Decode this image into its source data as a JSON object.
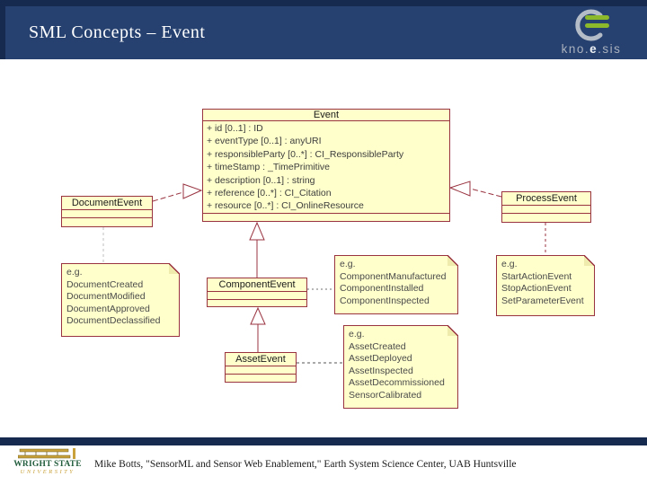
{
  "slide": {
    "title": "SML Concepts – Event",
    "footer_citation": "Mike Botts, \"SensorML and Sensor Web Enablement,\" Earth System Science Center, UAB Huntsville"
  },
  "logos": {
    "knoesis": {
      "word_pre": "kno.",
      "word_e": "e",
      "word_post": ".sis"
    },
    "wright_state": {
      "line1": "WRIGHT STATE",
      "line2": "UNIVERSITY"
    }
  },
  "diagram": {
    "classes": {
      "event": {
        "name": "Event",
        "attributes": [
          "+ id [0..1] : ID",
          "+ eventType [0..1] : anyURI",
          "+ responsibleParty [0..*] : CI_ResponsibleParty",
          "+ timeStamp : _TimePrimitive",
          "+ description [0..1] : string",
          "+ reference [0..*] : CI_Citation",
          "+ resource [0..*] : CI_OnlineResource"
        ]
      },
      "document_event": {
        "name": "DocumentEvent"
      },
      "process_event": {
        "name": "ProcessEvent"
      },
      "component_event": {
        "name": "ComponentEvent"
      },
      "asset_event": {
        "name": "AssetEvent"
      }
    },
    "notes": {
      "document_examples": {
        "lines": [
          "e.g.",
          "DocumentCreated",
          "DocumentModified",
          "DocumentApproved",
          "DocumentDeclassified"
        ]
      },
      "component_examples": {
        "lines": [
          "e.g.",
          "ComponentManufactured",
          "ComponentInstalled",
          "ComponentInspected"
        ]
      },
      "process_examples": {
        "lines": [
          "e.g.",
          "StartActionEvent",
          "StopActionEvent",
          "SetParameterEvent"
        ]
      },
      "asset_examples": {
        "lines": [
          "e.g.",
          "AssetCreated",
          "AssetDeployed",
          "AssetInspected",
          "AssetDecommissioned",
          "SensorCalibrated"
        ]
      }
    },
    "colors": {
      "header_bg": "#26416F",
      "header_trim": "#152A4E",
      "class_fill": "#FFFFCC",
      "class_border": "#993340",
      "knoesis_green": "#8CB82B",
      "knoesis_gray": "#A9B1BE",
      "wright_green": "#215C3C",
      "wright_gold": "#C9A23B"
    }
  }
}
